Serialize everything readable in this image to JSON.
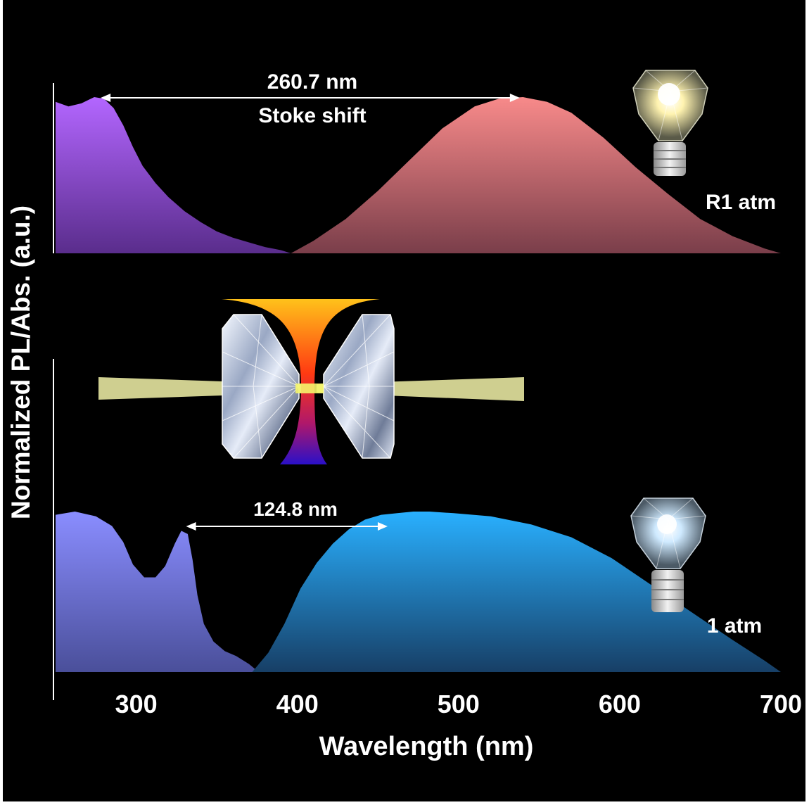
{
  "chart_data": [
    {
      "type": "area",
      "panel": "top",
      "xlim": [
        250,
        700
      ],
      "x_ticks": [
        300,
        400,
        500,
        600,
        700
      ],
      "xlabel": "Wavelength (nm)",
      "ylabel": "Normalized PL/Abs. (a.u.)",
      "condition": "R1 atm",
      "annotation": {
        "value": "260.7 nm",
        "label": "Stoke shift",
        "from_x": 278,
        "to_x": 538
      },
      "series": [
        {
          "kind": "absorption",
          "color_top": "#b366ff",
          "color_bottom": "#5a2d8c",
          "x": [
            250,
            258,
            266,
            274,
            280,
            286,
            292,
            298,
            304,
            312,
            320,
            330,
            340,
            350,
            360,
            370,
            380,
            390,
            396
          ],
          "y": [
            0.97,
            0.94,
            0.96,
            1.0,
            0.99,
            0.93,
            0.82,
            0.68,
            0.56,
            0.45,
            0.36,
            0.27,
            0.2,
            0.14,
            0.1,
            0.07,
            0.04,
            0.02,
            0.0
          ]
        },
        {
          "kind": "emission",
          "color_top": "#f88a8a",
          "color_bottom": "#7a3e4a",
          "x": [
            396,
            410,
            430,
            450,
            470,
            490,
            510,
            525,
            540,
            555,
            570,
            590,
            610,
            630,
            650,
            670,
            690,
            700
          ],
          "y": [
            0.0,
            0.08,
            0.22,
            0.4,
            0.6,
            0.8,
            0.94,
            0.99,
            1.0,
            0.97,
            0.9,
            0.74,
            0.55,
            0.38,
            0.22,
            0.11,
            0.03,
            0.0
          ]
        }
      ]
    },
    {
      "type": "area",
      "panel": "bottom",
      "xlim": [
        250,
        700
      ],
      "x_ticks": [
        300,
        400,
        500,
        600,
        700
      ],
      "xlabel": "Wavelength (nm)",
      "ylabel": "Normalized PL/Abs. (a.u.)",
      "condition": "1 atm",
      "annotation": {
        "value": "124.8 nm",
        "from_x": 331,
        "to_x": 456
      },
      "series": [
        {
          "kind": "absorption",
          "color_top": "#8a8dff",
          "color_bottom": "#4a4f9a",
          "x": [
            250,
            262,
            275,
            285,
            292,
            298,
            305,
            312,
            318,
            324,
            328,
            332,
            335,
            338,
            342,
            348,
            355,
            362,
            370,
            376
          ],
          "y": [
            0.98,
            1.0,
            0.97,
            0.91,
            0.81,
            0.67,
            0.59,
            0.59,
            0.66,
            0.8,
            0.88,
            0.86,
            0.7,
            0.48,
            0.3,
            0.19,
            0.13,
            0.1,
            0.05,
            0.0
          ]
        },
        {
          "kind": "emission",
          "color_top": "#29b0ff",
          "color_bottom": "#173f66",
          "x": [
            372,
            382,
            392,
            402,
            412,
            422,
            432,
            442,
            452,
            462,
            472,
            482,
            497,
            520,
            545,
            570,
            595,
            620,
            645,
            670,
            690,
            700
          ],
          "y": [
            0.0,
            0.12,
            0.3,
            0.52,
            0.68,
            0.8,
            0.89,
            0.95,
            0.98,
            0.99,
            1.0,
            1.0,
            0.99,
            0.97,
            0.92,
            0.84,
            0.71,
            0.54,
            0.37,
            0.2,
            0.07,
            0.0
          ]
        }
      ]
    }
  ],
  "labels": {
    "ylabel": "Normalized PL/Abs. (a.u.)",
    "xlabel": "Wavelength (nm)",
    "top_shift_value": "260.7 nm",
    "top_shift_label": "Stoke shift",
    "top_condition": "R1 atm",
    "bottom_shift_value": "124.8 nm",
    "bottom_condition": "1 atm",
    "ticks": [
      "300",
      "400",
      "500",
      "600",
      "700"
    ]
  },
  "icons": {
    "top_bulb": "lightbulb-warm-icon",
    "bottom_bulb": "lightbulb-cool-icon",
    "cell": "diamond-anvil-cell-icon"
  },
  "colors": {
    "background": "#000000",
    "frame": "#ffffff",
    "laser": "#e8e89a",
    "warm_glow": "#fff6c0",
    "cool_glow": "#d8f0ff"
  }
}
